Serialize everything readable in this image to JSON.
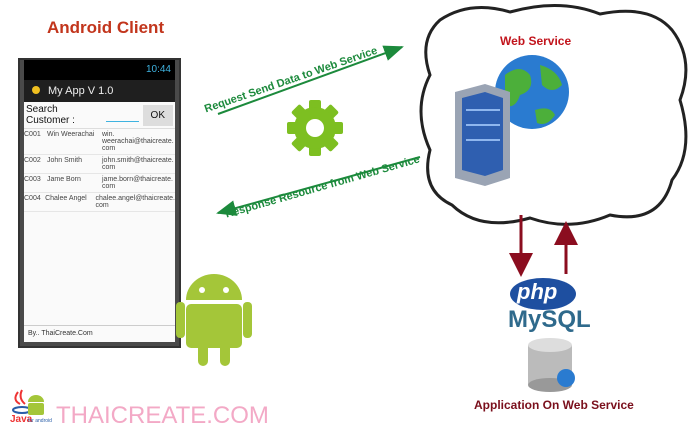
{
  "title": "Android Client",
  "phone": {
    "time": "10:44",
    "app_title": "My App V 1.0",
    "search_label": "Search Customer :",
    "search_value": "",
    "ok_label": "OK",
    "rows": [
      [
        "C001",
        "Win Weerachai",
        "win. weerachai@thaicreate. com"
      ],
      [
        "C002",
        "John  Smith",
        "john.smith@thaicreate. com"
      ],
      [
        "C003",
        "Jame Born",
        "jame.born@thaicreate. com"
      ],
      [
        "C004",
        "Chalee Angel",
        "chalee.angel@thaicreate. com"
      ]
    ],
    "footer": "By.. ThaiCreate.Com"
  },
  "request_label": "Request Send Data to Web Service",
  "response_label": "Response Resource from Web Service",
  "web_service": "Web Service",
  "php": "php",
  "mysql": "MySQL",
  "app_label": "Application On Web Service",
  "brand": "THAICREATE.COM",
  "java": "Java",
  "for_android": "for android",
  "colors": {
    "green": "#1c8a3c",
    "gear": "#7dbf21",
    "red": "#c2141c",
    "arrow": "#8b0d1f"
  }
}
